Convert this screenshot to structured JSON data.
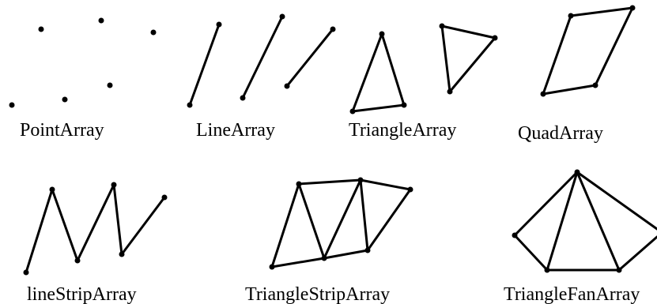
{
  "diagram": {
    "labels": {
      "point_array": "PointArray",
      "line_array": "LineArray",
      "triangle_array": "TriangleArray",
      "quad_array": "QuadArray",
      "line_strip_array": "lineStripArray",
      "triangle_strip_array": "TriangleStripArray",
      "triangle_fan_array": "TriangleFanArray"
    },
    "colors": {
      "stroke": "#000000",
      "vertex": "#000000",
      "background": "#ffffff"
    }
  }
}
